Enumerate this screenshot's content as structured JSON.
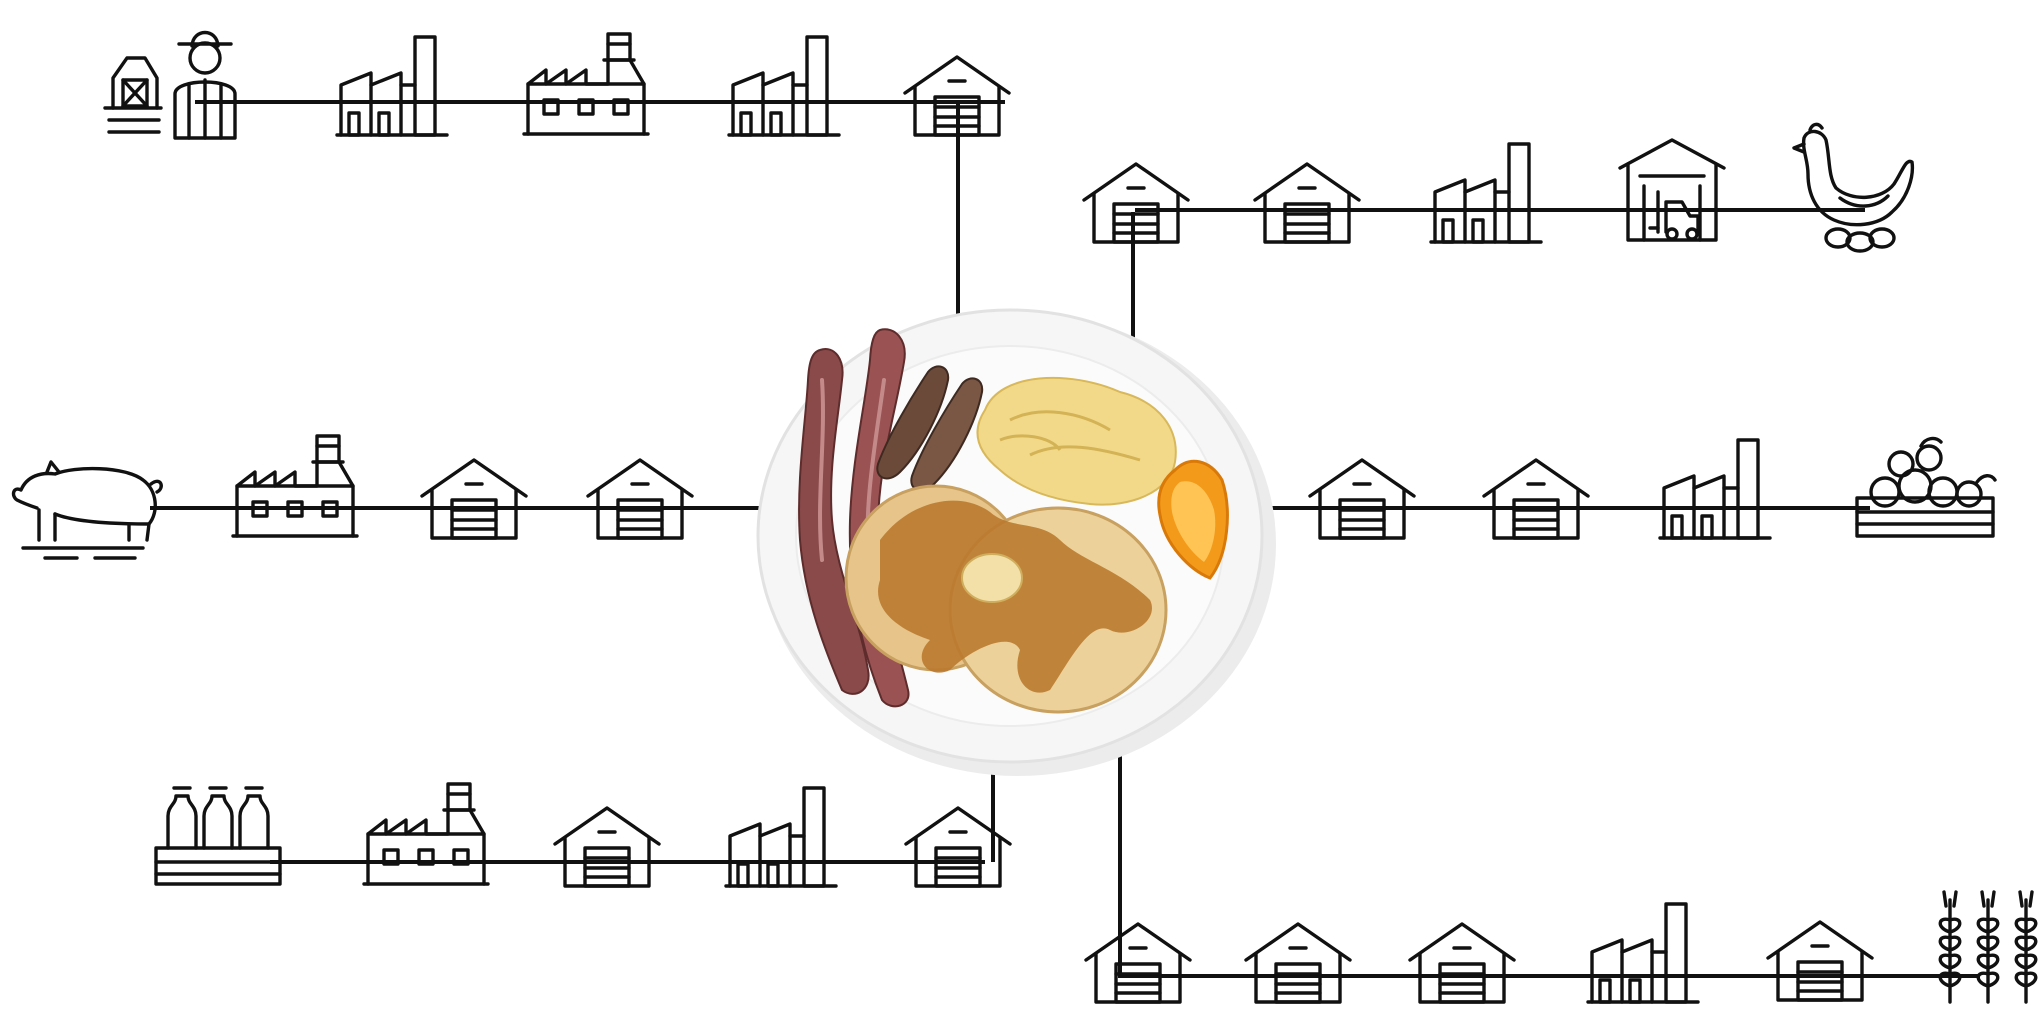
{
  "diagram": {
    "center": "breakfast-plate",
    "chains": [
      {
        "food": "sausage",
        "icons": [
          "barn-farmer-icon",
          "industrial-plant-icon",
          "factory-icon",
          "industrial-plant-icon",
          "warehouse-icon"
        ]
      },
      {
        "food": "eggs",
        "icons": [
          "warehouse-icon",
          "warehouse-icon",
          "industrial-plant-icon",
          "forklift-warehouse-icon",
          "chicken-eggs-icon"
        ]
      },
      {
        "food": "bacon",
        "icons": [
          "pig-icon",
          "factory-icon",
          "warehouse-icon",
          "warehouse-icon"
        ]
      },
      {
        "food": "orange",
        "icons": [
          "warehouse-icon",
          "warehouse-icon",
          "industrial-plant-icon",
          "fruit-crate-icon"
        ]
      },
      {
        "food": "butter",
        "icons": [
          "milk-crate-icon",
          "factory-icon",
          "warehouse-icon",
          "industrial-plant-icon",
          "warehouse-icon"
        ]
      },
      {
        "food": "pancakes",
        "icons": [
          "warehouse-icon",
          "warehouse-icon",
          "warehouse-icon",
          "industrial-plant-icon",
          "warehouse-icon",
          "wheat-icon"
        ]
      }
    ]
  }
}
